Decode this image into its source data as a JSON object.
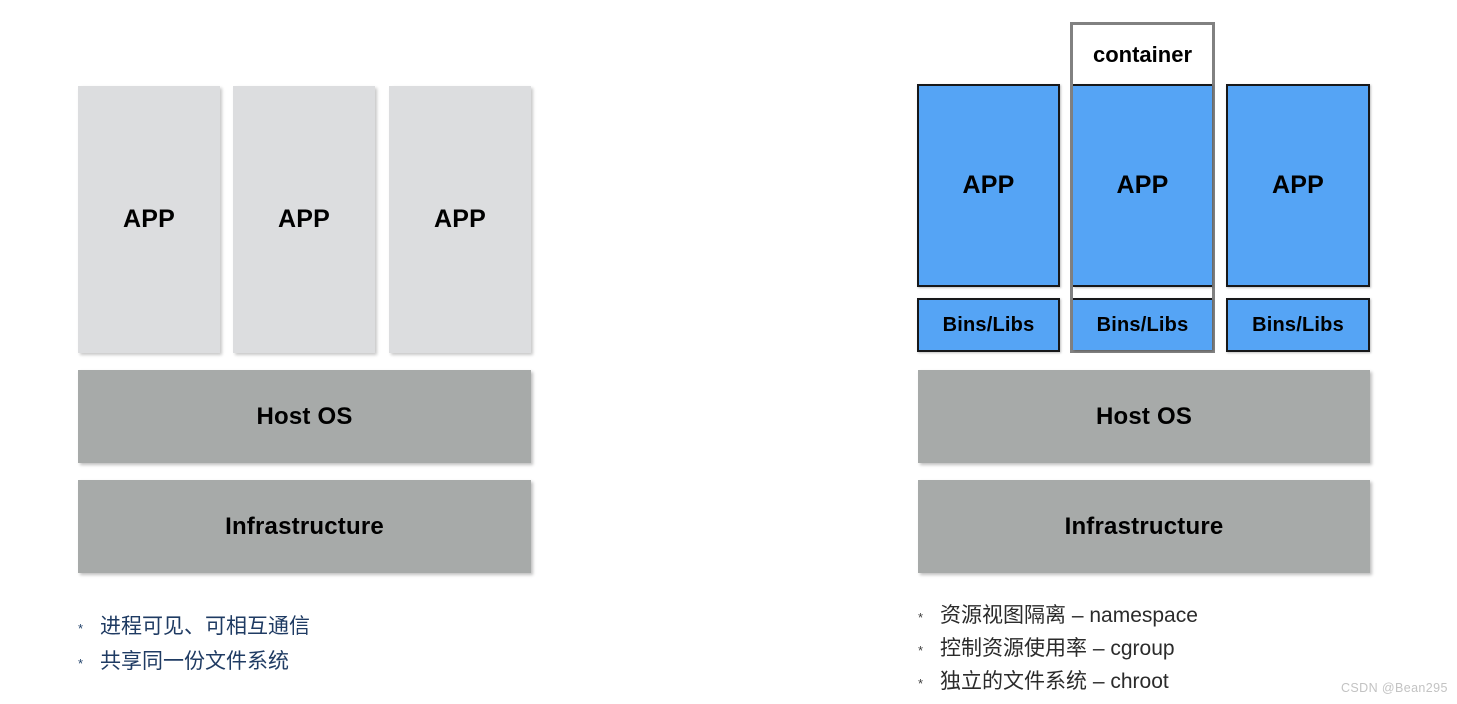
{
  "diagram": {
    "title_absent": true,
    "colors": {
      "app_gray_fill": "#dcdddf",
      "app_blue_fill": "#55a4f5",
      "platform_gray_fill": "#a7aaa9",
      "blue_box_border": "#17181a",
      "container_border": "#818181",
      "left_bullet_text": "#1f3b63",
      "right_bullet_text": "#2b2b2b",
      "watermark": "#c3c3c3",
      "background": "#ffffff"
    },
    "left_panel": {
      "name": "traditional-host-stack",
      "app_boxes": [
        {
          "label": "APP"
        },
        {
          "label": "APP"
        },
        {
          "label": "APP"
        }
      ],
      "platform_boxes": [
        {
          "label": "Host OS"
        },
        {
          "label": "Infrastructure"
        }
      ],
      "bullets": [
        {
          "marker": "*",
          "text": "进程可见、可相互通信"
        },
        {
          "marker": "*",
          "text": "共享同一份文件系统"
        }
      ]
    },
    "right_panel": {
      "name": "container-stack",
      "container_label": "container",
      "columns": [
        {
          "app_label": "APP",
          "libs_label": "Bins/Libs",
          "in_container": false
        },
        {
          "app_label": "APP",
          "libs_label": "Bins/Libs",
          "in_container": true
        },
        {
          "app_label": "APP",
          "libs_label": "Bins/Libs",
          "in_container": false
        }
      ],
      "platform_boxes": [
        {
          "label": "Host OS"
        },
        {
          "label": "Infrastructure"
        }
      ],
      "bullets": [
        {
          "marker": "*",
          "text": "资源视图隔离 – namespace"
        },
        {
          "marker": "*",
          "text": "控制资源使用率 – cgroup"
        },
        {
          "marker": "*",
          "text": "独立的文件系统 – chroot"
        }
      ]
    },
    "watermark": "CSDN @Bean295"
  }
}
